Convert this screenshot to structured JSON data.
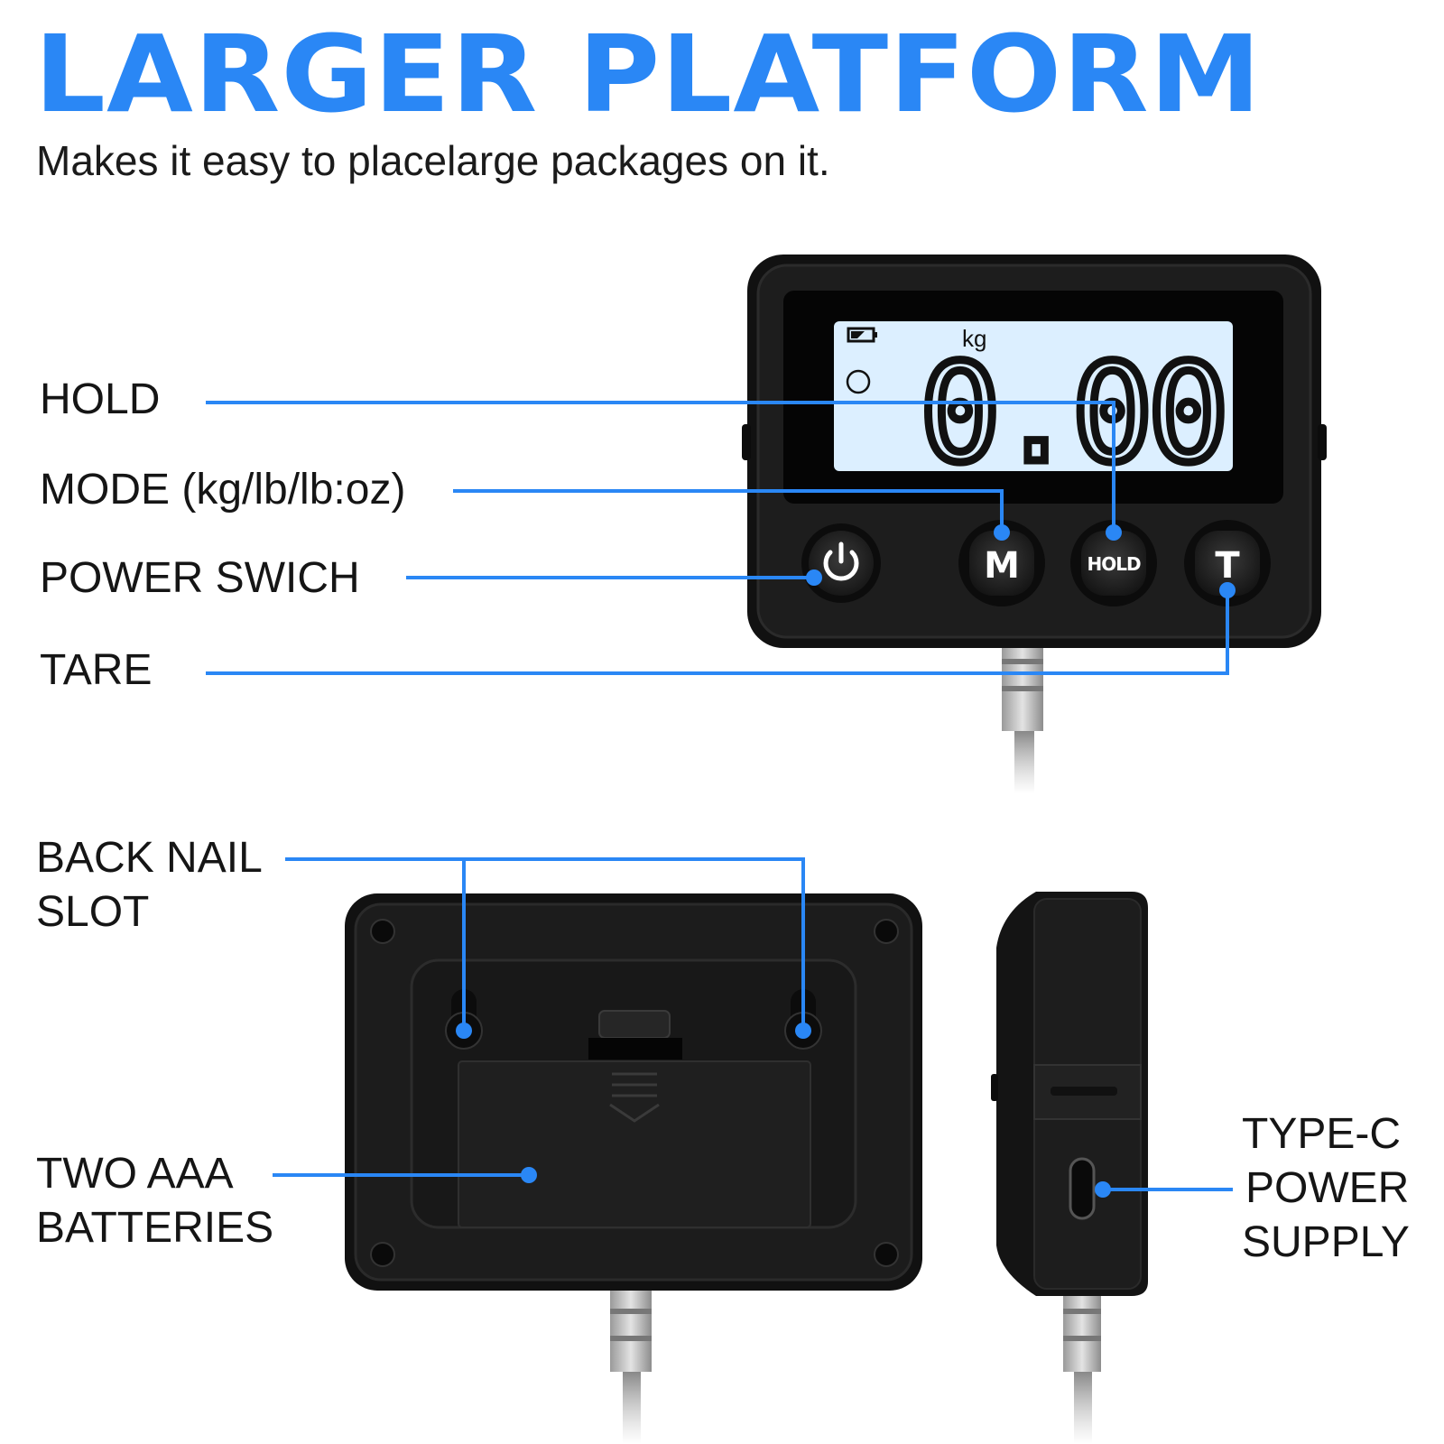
{
  "headline": "LARGER PLATFORM",
  "subline": "Makes it easy to placelarge packages on it.",
  "front_labels": {
    "hold": "HOLD",
    "mode": "MODE (kg/lb/lb:oz)",
    "power": "POWER SWICH",
    "tare": "TARE"
  },
  "back_labels": {
    "nail_slot_line1": "BACK NAIL",
    "nail_slot_line2": "SLOT",
    "batteries_line1": "TWO AAA",
    "batteries_line2": "BATTERIES",
    "typec_line1": "TYPE-C",
    "typec_line2": "POWER",
    "typec_line3": "SUPPLY"
  },
  "display": {
    "unit": "kg",
    "reading": "0.00"
  },
  "buttons": {
    "mode": "M",
    "hold": "HOLD",
    "tare": "T"
  },
  "colors": {
    "accent": "#2a87f5",
    "body": "#1a1a1a",
    "lcd": "#dcefff",
    "text": "#151515"
  },
  "icons": [
    "power-icon",
    "battery-icon",
    "stable-indicator-icon"
  ]
}
